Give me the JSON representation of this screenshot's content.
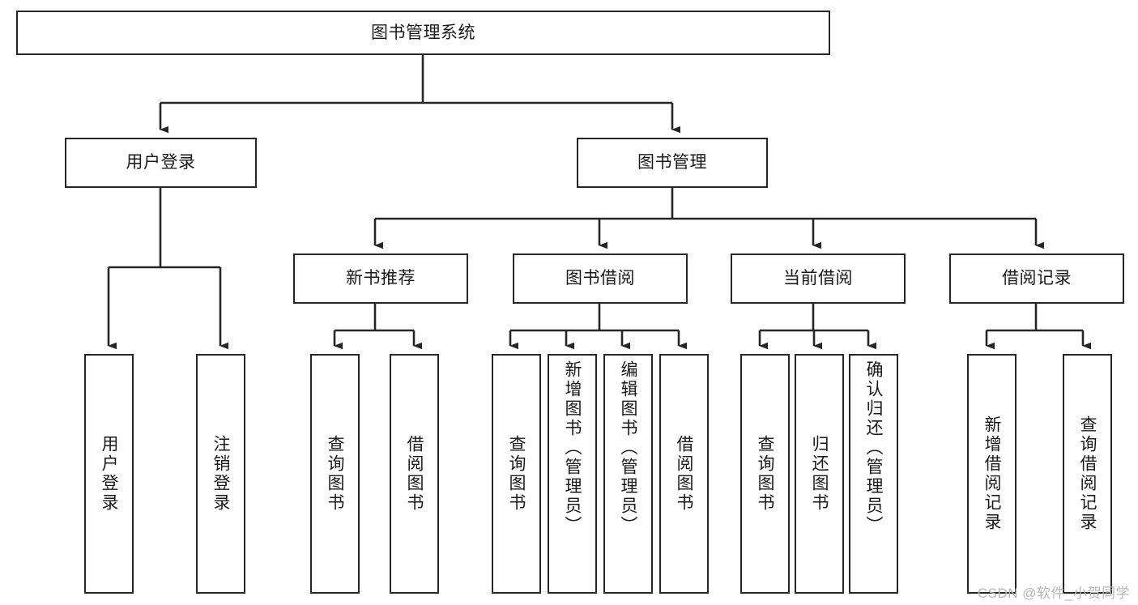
{
  "diagram": {
    "type": "tree-hierarchy-chart",
    "orientation": "top-down",
    "line_color": "#262626",
    "box_border_color": "#262626",
    "box_fill_color": "#ffffff",
    "text_color": "#1a1a1a",
    "background": "#ffffff"
  },
  "watermark": {
    "text": "CSDN @软件_小贺同学"
  },
  "nodes": {
    "root": {
      "label": "图书管理系统"
    },
    "level2": [
      {
        "id": "user-login",
        "label": "用户登录"
      },
      {
        "id": "book-management",
        "label": "图书管理"
      }
    ],
    "level3": [
      {
        "id": "new-book-recommend",
        "label": "新书推荐"
      },
      {
        "id": "book-borrow",
        "label": "图书借阅"
      },
      {
        "id": "current-borrow",
        "label": "当前借阅"
      },
      {
        "id": "borrow-record",
        "label": "借阅记录"
      }
    ],
    "leaves": {
      "user_login": [
        {
          "id": "leaf-user-login",
          "label": "用户登录"
        },
        {
          "id": "leaf-logout-login",
          "label": "注销登录"
        }
      ],
      "new_book_recommend": [
        {
          "id": "leaf-query-book-1",
          "label": "查询图书"
        },
        {
          "id": "leaf-borrow-book-1",
          "label": "借阅图书"
        }
      ],
      "book_borrow": [
        {
          "id": "leaf-query-book-2",
          "label": "查询图书"
        },
        {
          "id": "leaf-add-book",
          "label": "新增图书（管理员）"
        },
        {
          "id": "leaf-edit-book",
          "label": "编辑图书（管理员）"
        },
        {
          "id": "leaf-borrow-book-2",
          "label": "借阅图书"
        }
      ],
      "current_borrow": [
        {
          "id": "leaf-query-book-3",
          "label": "查询图书"
        },
        {
          "id": "leaf-return-book",
          "label": "归还图书"
        },
        {
          "id": "leaf-confirm-return",
          "label": "确认归还（管理员）"
        }
      ],
      "borrow_record": [
        {
          "id": "leaf-add-record",
          "label": "新增借阅记录"
        },
        {
          "id": "leaf-query-record",
          "label": "查询借阅记录"
        }
      ]
    }
  }
}
